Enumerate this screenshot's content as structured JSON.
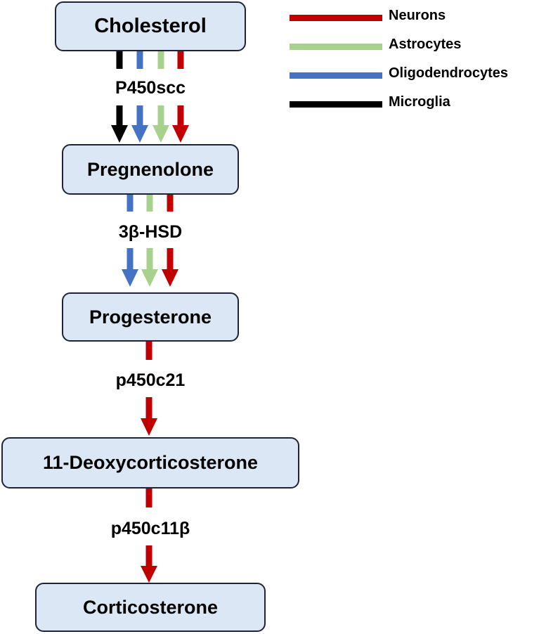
{
  "colors": {
    "neurons": "#c00000",
    "astrocytes": "#a9d18e",
    "oligodendrocytes": "#4472c4",
    "microglia": "#000000",
    "box_fill": "#dbe7f4",
    "box_border": "#1e2436"
  },
  "legend": [
    {
      "label": "Neurons",
      "color": "#c00000"
    },
    {
      "label": "Astrocytes",
      "color": "#a9d18e"
    },
    {
      "label": "Oligodendrocytes",
      "color": "#4472c4"
    },
    {
      "label": "Microglia",
      "color": "#000000"
    }
  ],
  "nodes": {
    "cholesterol": "Cholesterol",
    "pregnenolone": "Pregnenolone",
    "progesterone": "Progesterone",
    "deoxycorticosterone": "11-Deoxycorticosterone",
    "corticosterone": "Corticosterone"
  },
  "enzymes": {
    "p450scc": "P450scc",
    "hsd3b": "3β-HSD",
    "p450c21": "p450c21",
    "p450c11b": "p450c11β"
  },
  "steps": [
    {
      "from": "Cholesterol",
      "to": "Pregnenolone",
      "enzyme": "P450scc",
      "cell_types": [
        "Microglia",
        "Oligodendrocytes",
        "Astrocytes",
        "Neurons"
      ]
    },
    {
      "from": "Pregnenolone",
      "to": "Progesterone",
      "enzyme": "3β-HSD",
      "cell_types": [
        "Oligodendrocytes",
        "Astrocytes",
        "Neurons"
      ]
    },
    {
      "from": "Progesterone",
      "to": "11-Deoxycorticosterone",
      "enzyme": "p450c21",
      "cell_types": [
        "Neurons"
      ]
    },
    {
      "from": "11-Deoxycorticosterone",
      "to": "Corticosterone",
      "enzyme": "p450c11β",
      "cell_types": [
        "Neurons"
      ]
    }
  ]
}
